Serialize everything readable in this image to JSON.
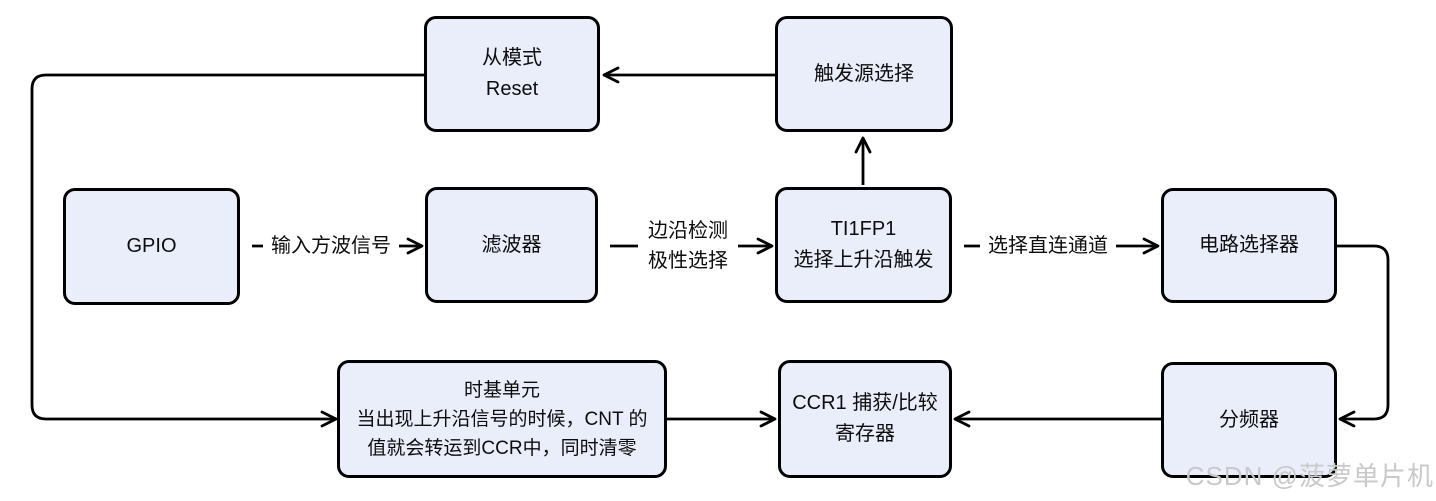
{
  "diagram": {
    "title_hint": "timer input-capture flow diagram",
    "colors": {
      "node_fill": "#e9eefa",
      "node_border": "#000000",
      "connector": "#000000",
      "watermark": "#c9c9c9",
      "background": "#ffffff"
    },
    "nodes": {
      "slave_mode_reset": {
        "lines": [
          "从模式",
          "Reset"
        ]
      },
      "trigger_source": {
        "lines": [
          "触发源选择"
        ]
      },
      "gpio": {
        "lines": [
          "GPIO"
        ]
      },
      "filter": {
        "lines": [
          "滤波器"
        ]
      },
      "ti1fp1": {
        "lines": [
          "TI1FP1",
          "选择上升沿触发"
        ]
      },
      "circuit_selector": {
        "lines": [
          "电路选择器"
        ]
      },
      "time_base": {
        "lines": [
          "时基单元",
          "当出现上升沿信号的时候，CNT 的",
          "值就会转运到CCR中，同时清零"
        ]
      },
      "ccr1_register": {
        "lines": [
          "CCR1 捕获/比较",
          "寄存器"
        ]
      },
      "prescaler": {
        "lines": [
          "分频器"
        ]
      }
    },
    "edge_labels": {
      "input_square_wave": {
        "lines": [
          "输入方波信号"
        ]
      },
      "edge_detect": {
        "lines": [
          "边沿检测",
          "极性选择"
        ]
      },
      "direct_channel": {
        "lines": [
          "选择直连通道"
        ]
      }
    },
    "edges": [
      "trigger_source -> slave_mode_reset",
      "ti1fp1 -> trigger_source",
      "slave_mode_reset -> time_base",
      "gpio -> filter : 输入方波信号",
      "filter -> ti1fp1 : 边沿检测/极性选择",
      "ti1fp1 -> circuit_selector : 选择直连通道",
      "circuit_selector -> prescaler",
      "prescaler -> ccr1_register",
      "time_base -> ccr1_register"
    ],
    "watermark": {
      "text": "CSDN @菠萝单片机"
    }
  }
}
